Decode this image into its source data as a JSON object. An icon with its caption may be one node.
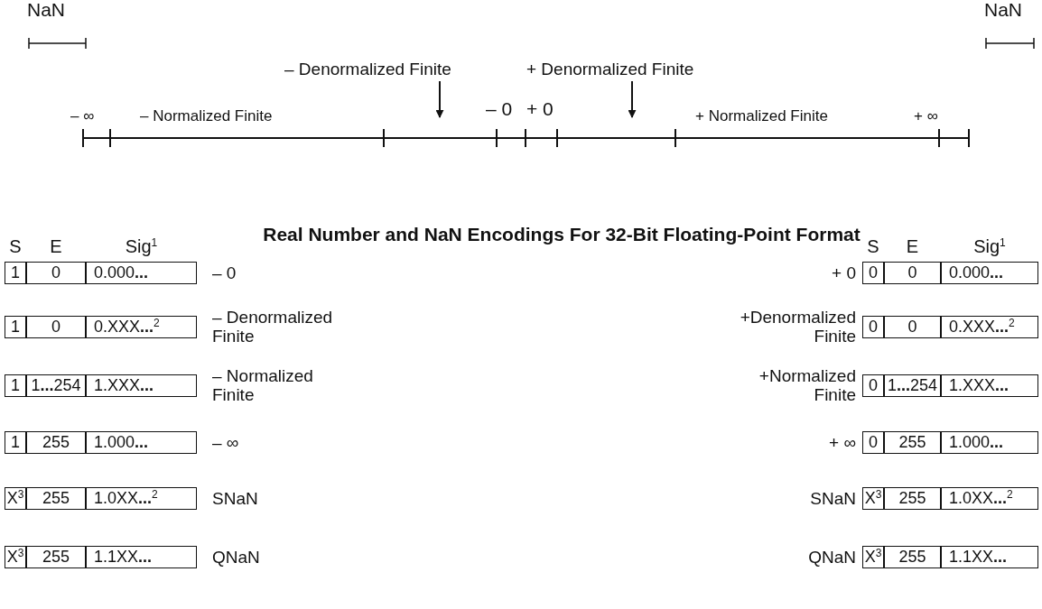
{
  "diagram": {
    "title": "Real Number and NaN Encodings For 32-Bit Floating-Point Format",
    "nodes": [
      {
        "text": [
          "– Denormalized Finite"
        ]
      },
      {
        "text": [
          "+ Denormalized Finite"
        ]
      }
    ],
    "edges": [
      {
        "from": 0,
        "to": null,
        "arrow": "to"
      },
      {
        "from": 1,
        "to": null,
        "arrow": "to"
      }
    ],
    "labels": [
      "NaN",
      "NaN",
      "– ∞",
      "– Normalized Finite",
      "– 0",
      "+ 0",
      "+ Normalized Finite",
      "+ ∞",
      "S",
      "E",
      "Sig$^{1}$",
      "S",
      "E",
      "Sig$^{1}$",
      "1",
      "0",
      "0.000**...**",
      "– 0",
      "+ 0",
      "0",
      "0",
      "0.000**...**",
      "1",
      "0",
      "0.XXX**...**$^{2}$",
      "– Denormalized Finite",
      "+Denormalized Finite",
      "0",
      "0",
      "0.XXX**...**$^{2}$",
      "1",
      "1**...**254",
      "1.XXX**...**",
      "– Normalized Finite",
      "+Normalized Finite",
      "0",
      "1**...**254",
      "1.XXX**...**",
      "1",
      "255",
      "1.000**...**",
      "– ∞",
      "+ ∞",
      "0",
      "255",
      "1.000**...**",
      "X$^{3}$",
      "255",
      "1.0XX**...**$^{2}$",
      "SNaN",
      "SNaN",
      "X$^{3}$",
      "255",
      "1.0XX**...**$^{2}$",
      "X$^{3}$",
      "255",
      "1.1XX**...**",
      "QNaN",
      "QNaN",
      "X$^{3}$",
      "255",
      "1.1XX**...**"
    ]
  }
}
